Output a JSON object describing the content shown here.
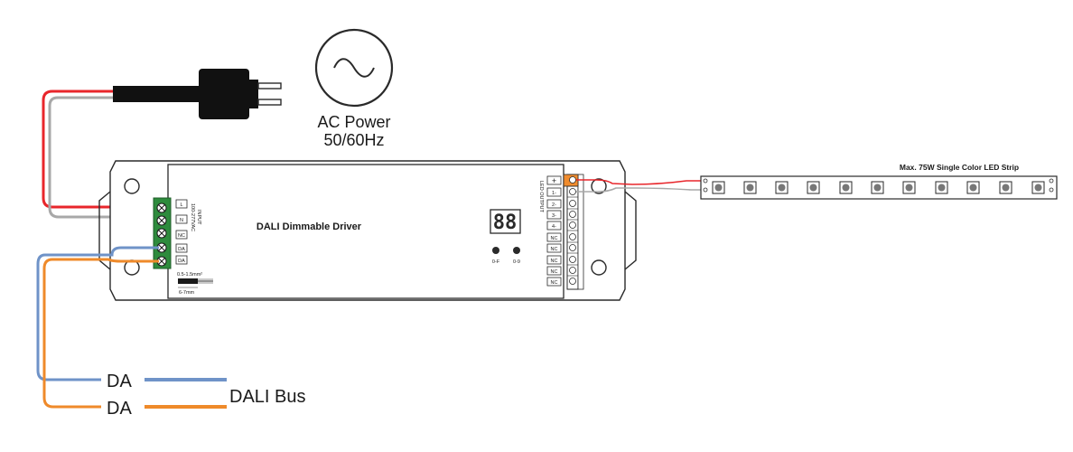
{
  "power": {
    "label_line1": "AC Power",
    "label_line2": "50/60Hz"
  },
  "driver": {
    "title": "DALI Dimmable Driver",
    "display": "88",
    "button_left": "0-F",
    "button_right": "0-9",
    "input_terminals": [
      "L",
      "N",
      "NC",
      "DA",
      "DA"
    ],
    "input_label": "INPUT",
    "input_voltage": "100-277VAC",
    "wire_gauge": "0.5-1.5mm²",
    "strip_length": "6-7mm",
    "output_label": "LED OUTPUT",
    "output_terminals": [
      "+",
      "1-",
      "2-",
      "3-",
      "4-",
      "NC",
      "NC",
      "NC",
      "NC",
      "NC"
    ]
  },
  "led_strip": {
    "label": "Max. 75W Single Color LED Strip"
  },
  "dali_bus": {
    "line1": "DA",
    "line2": "DA",
    "label": "DALI Bus"
  },
  "colors": {
    "live_wire": "#e8262b",
    "neutral_wire": "#a8a8a8",
    "da_blue": "#6f93c8",
    "da_orange": "#ef8a2a",
    "terminal_green": "#2e8b3d",
    "output_orange": "#f08c2e",
    "outline": "#2a2a2a"
  }
}
